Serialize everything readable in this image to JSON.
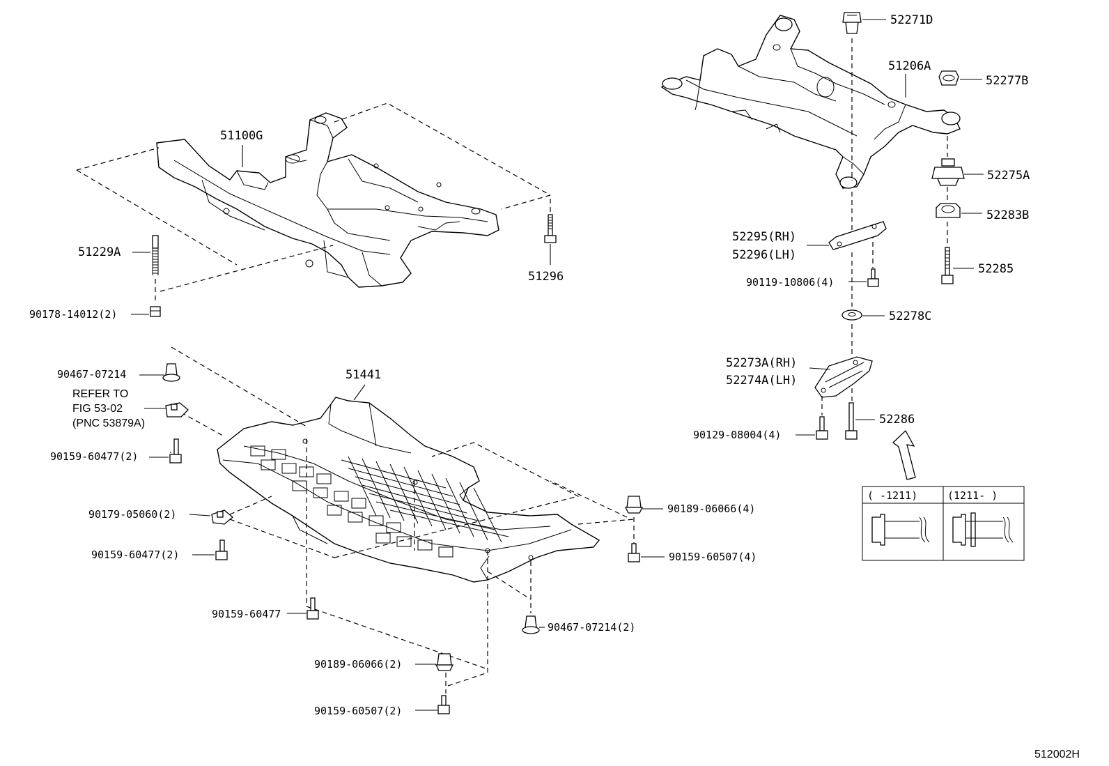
{
  "labels": {
    "p51100G": "51100G",
    "p51229A": "51229A",
    "p51296": "51296",
    "p90178": "90178-14012(2)",
    "p52271D": "52271D",
    "p51206A": "51206A",
    "p52277B": "52277B",
    "p52275A": "52275A",
    "p52283B": "52283B",
    "p52295": "52295(RH)",
    "p52296": "52296(LH)",
    "p52285": "52285",
    "p90119": "90119-10806(4)",
    "p52278C": "52278C",
    "p52273A": "52273A(RH)",
    "p52274A": "52274A(LH)",
    "p52286": "52286",
    "p90129": "90129-08004(4)",
    "p90467a": "90467-07214",
    "refer1": "REFER TO",
    "refer2": "FIG 53-02",
    "refer3": "(PNC 53879A)",
    "p51441": "51441",
    "p90159a": "90159-60477(2)",
    "p90179": "90179-05060(2)",
    "p90159b": "90159-60477(2)",
    "p90189a": "90189-06066(4)",
    "p90159c": "90159-60507(4)",
    "p90159d": "90159-60477",
    "p90467b": "90467-07214(2)",
    "p90189b": "90189-06066(2)",
    "p90159e": "90159-60507(2)",
    "inset_left": "(     -1211)",
    "inset_right": "(1211-     )",
    "figure_code": "512002H"
  }
}
